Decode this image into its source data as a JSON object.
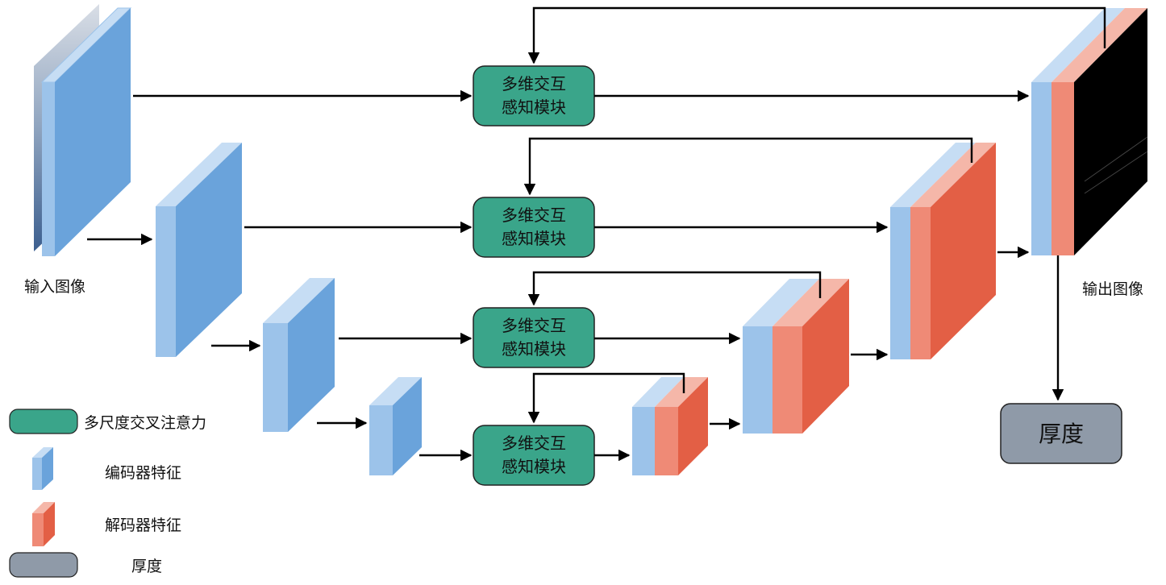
{
  "input_label": "输入图像",
  "output_label": "输出图像",
  "module": {
    "line1": "多维交互",
    "line2": "感知模块"
  },
  "thickness_box": "厚度",
  "legend": {
    "attention": "多尺度交叉注意力",
    "encoder": "编码器特征",
    "decoder": "解码器特征",
    "thickness": "厚度"
  },
  "colors": {
    "encoder_front": "#9cc3ea",
    "encoder_side": "#6aa3db",
    "encoder_top": "#c6ddf4",
    "decoder_front": "#ef8a76",
    "decoder_side": "#e35f45",
    "decoder_top": "#f5b7a9",
    "module_fill": "#3aa58a",
    "thickness_fill": "#8f9aa8"
  }
}
